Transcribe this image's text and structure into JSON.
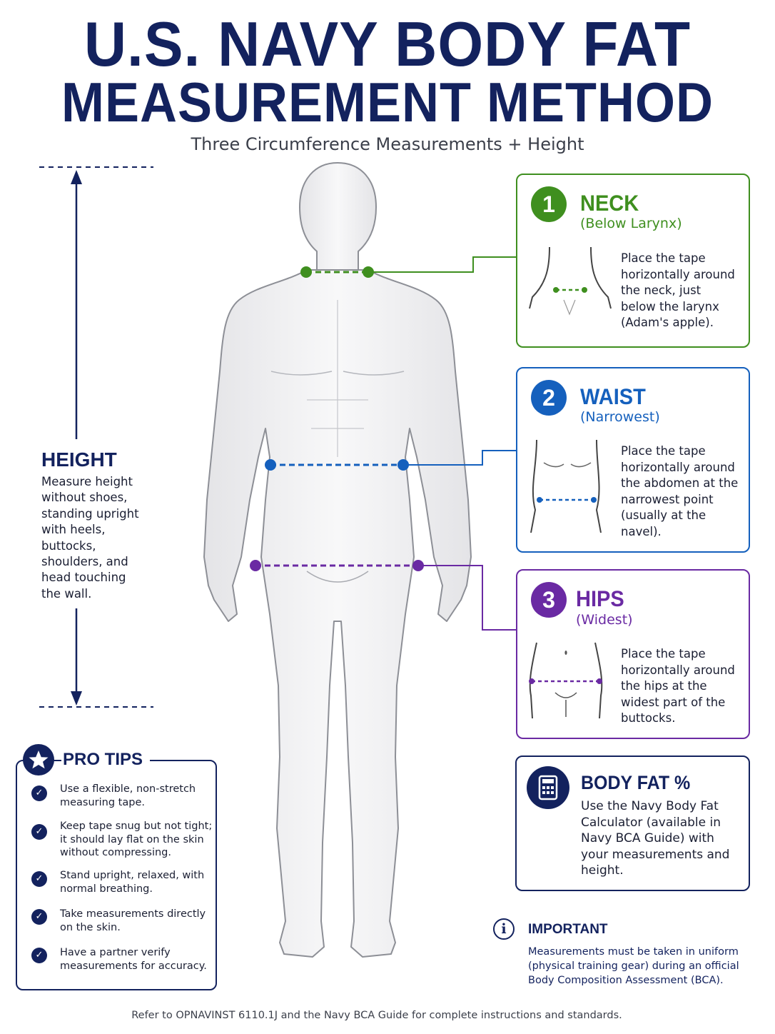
{
  "title_line1": "U.S. NAVY BODY FAT",
  "title_line2": "MEASUREMENT METHOD",
  "subtitle": "Three Circumference Measurements + Height",
  "height": {
    "title": "HEIGHT",
    "text": "Measure height without shoes, standing upright with heels, buttocks, shoulders, and head touching the wall."
  },
  "neck": {
    "number": "1",
    "title": "NECK",
    "subtitle": "(Below Larynx)",
    "text": "Place the tape horizontally around the neck, just below the larynx (Adam's apple).",
    "color": "#3f8f1f"
  },
  "waist": {
    "number": "2",
    "title": "WAIST",
    "subtitle": "(Narrowest)",
    "text": "Place the tape horizontally around the abdomen at the narrowest point (usually at the navel).",
    "color": "#1560bd"
  },
  "hips": {
    "number": "3",
    "title": "HIPS",
    "subtitle": "(Widest)",
    "text": "Place the tape horizontally around the hips at the widest part of the buttocks.",
    "color": "#6a2aa3"
  },
  "bodyfat": {
    "title": "BODY FAT %",
    "text": "Use the Navy Body Fat Calculator (available in Navy BCA Guide) with your measurements and height.",
    "icon": "calculator-icon",
    "color": "#13225e"
  },
  "tips": {
    "title": "PRO TIPS",
    "items": [
      "Use a flexible, non-stretch measuring tape.",
      "Keep tape snug but not tight; it should lay flat on the skin without compressing.",
      "Stand upright, relaxed, with normal breathing.",
      "Take measurements directly on the skin.",
      "Have a partner verify measurements for accuracy."
    ]
  },
  "important": {
    "title": "IMPORTANT",
    "text": "Measurements must be taken in uniform (physical training gear) during an official Body Composition Assessment (BCA)."
  },
  "footnote": "Refer to OPNAVINST 6110.1J and the Navy BCA Guide for complete instructions and standards."
}
